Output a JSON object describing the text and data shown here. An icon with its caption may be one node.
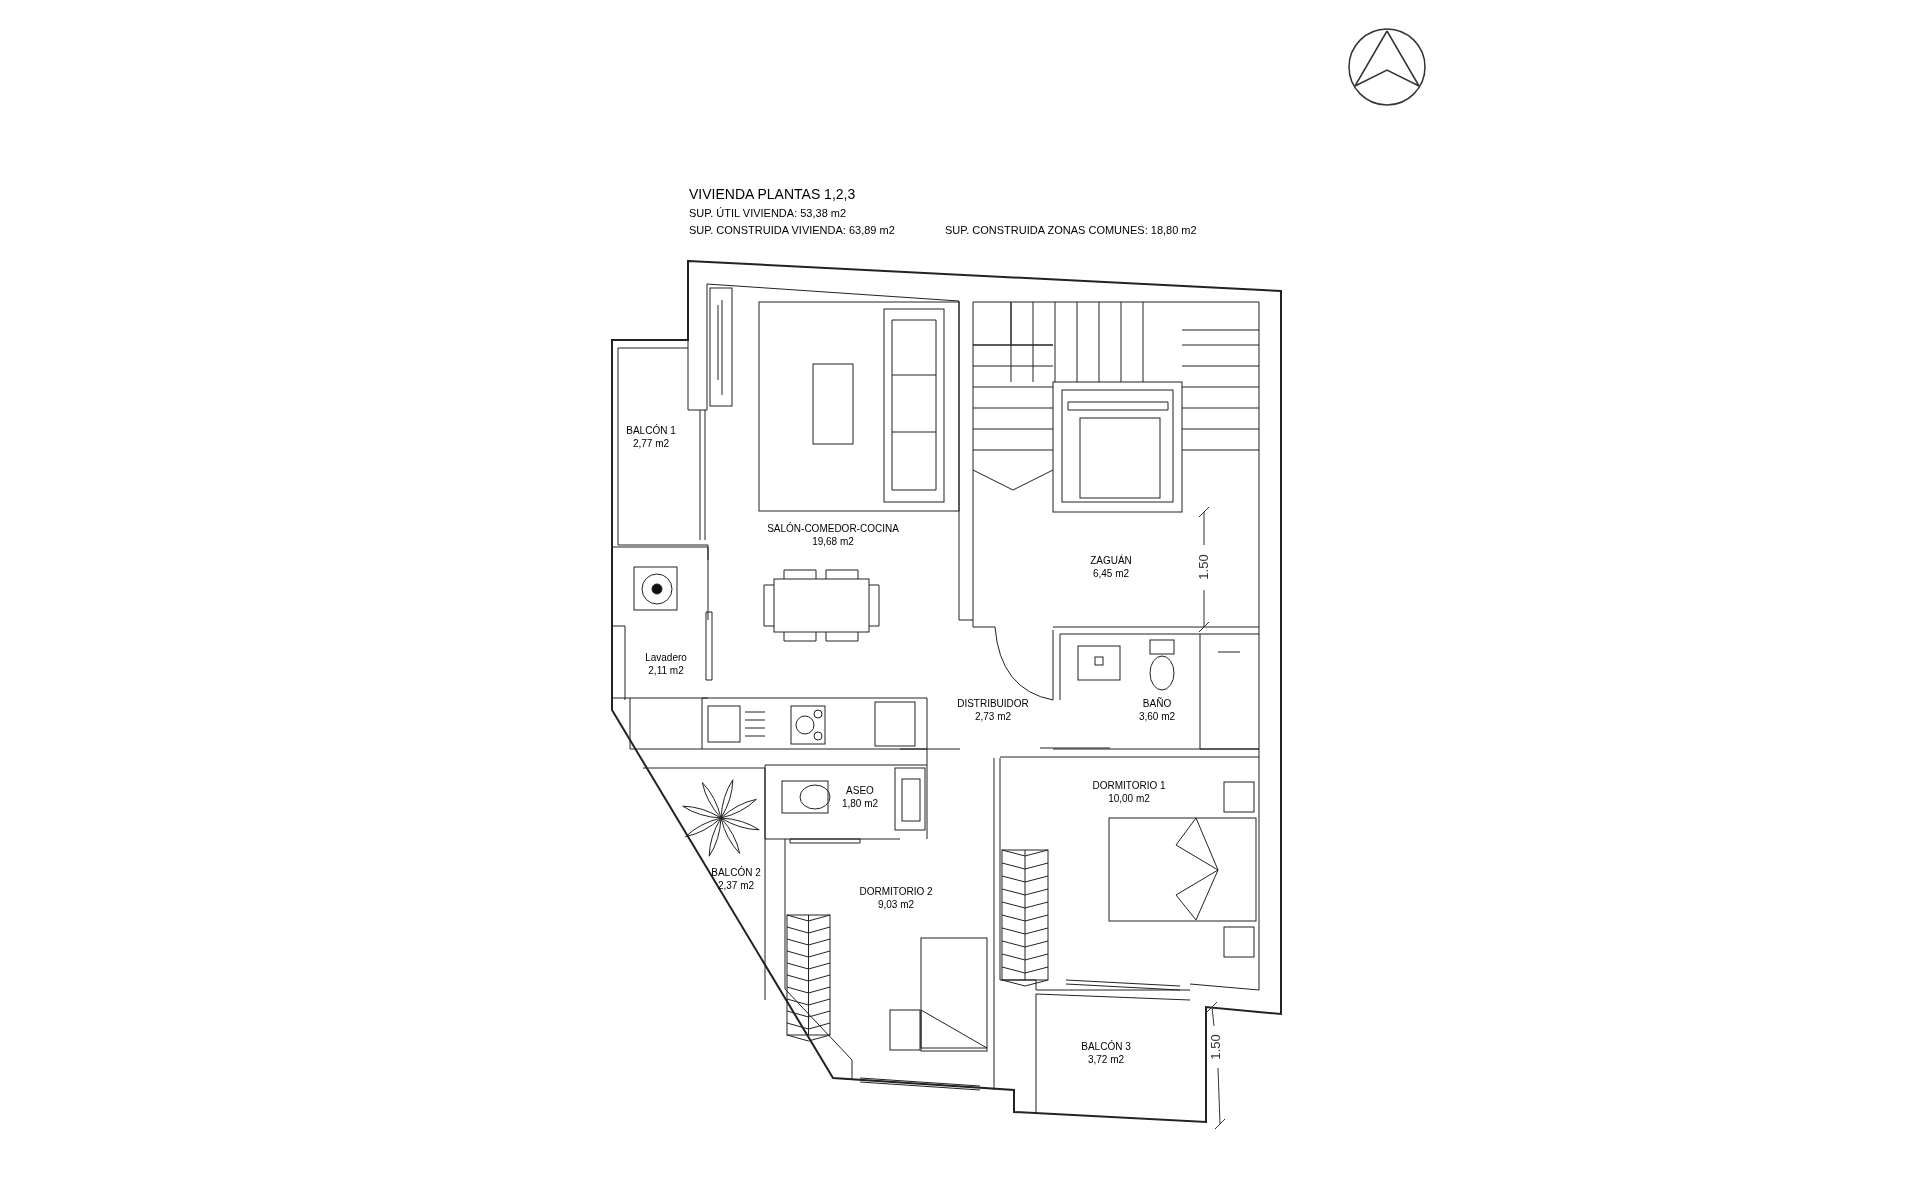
{
  "diagram": {
    "title": "VIVIENDA PLANTAS 1,2,3",
    "labels": [
      "SUP. ÚTIL VIVIENDA: 53,38 m2",
      "SUP. CONSTRUIDA VIVIENDA: 63,89 m2",
      "SUP. CONSTRUIDA ZONAS COMUNES: 18,80 m2",
      "BALCÓN 1",
      "2,77 m2",
      "SALÓN-COMEDOR-COCINA",
      "19,68 m2",
      "ZAGUÁN",
      "6,45 m2",
      "1.50",
      "Lavadero",
      "2,11 m2",
      "DISTRIBUIDOR",
      "2,73 m2",
      "BAÑO",
      "3,60 m2",
      "ASEO",
      "1,80 m2",
      "DORMITORIO 1",
      "10,00 m2",
      "BALCÓN 2",
      "2,37 m2",
      "DORMITORIO 2",
      "9,03 m2",
      "BALCÓN 3",
      "3,72 m2",
      "1.50"
    ]
  }
}
